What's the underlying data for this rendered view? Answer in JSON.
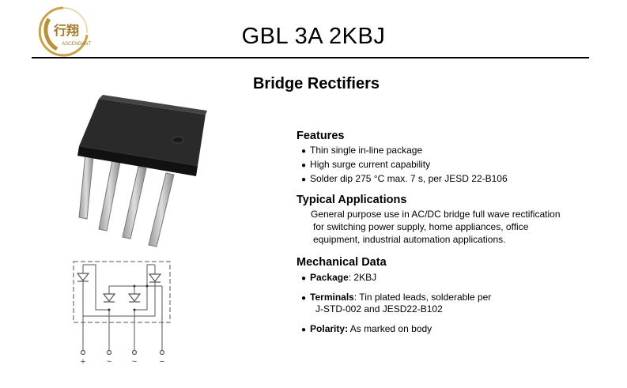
{
  "logo": {
    "text": "ASCENDANT",
    "colors": {
      "gold": "#b8923a"
    }
  },
  "title": "GBL 3A  2KBJ",
  "subtitle": "Bridge Rectifiers",
  "features": {
    "heading": "Features",
    "items": [
      "Thin single in-line package",
      "High surge current capability",
      "Solder dip 275 °C max. 7 s, per JESD 22-B106"
    ]
  },
  "applications": {
    "heading": "Typical Applications",
    "lines": [
      "General purpose use in AC/DC bridge full wave rectification",
      "for switching power supply, home appliances, office",
      "equipment, industrial automation applications."
    ]
  },
  "mechanical": {
    "heading": "Mechanical Data",
    "package": {
      "label": "Package",
      "value": ": 2KBJ"
    },
    "terminals": {
      "label": "Terminals",
      "value": ": Tin plated leads, solderable  per",
      "line2": "J-STD-002 and JESD22-B102"
    },
    "polarity": {
      "label": "Polarity:",
      "value": " As marked on body"
    }
  },
  "circuit": {
    "terminals": [
      "+",
      "~",
      "~",
      "−"
    ]
  },
  "bullet": "●"
}
